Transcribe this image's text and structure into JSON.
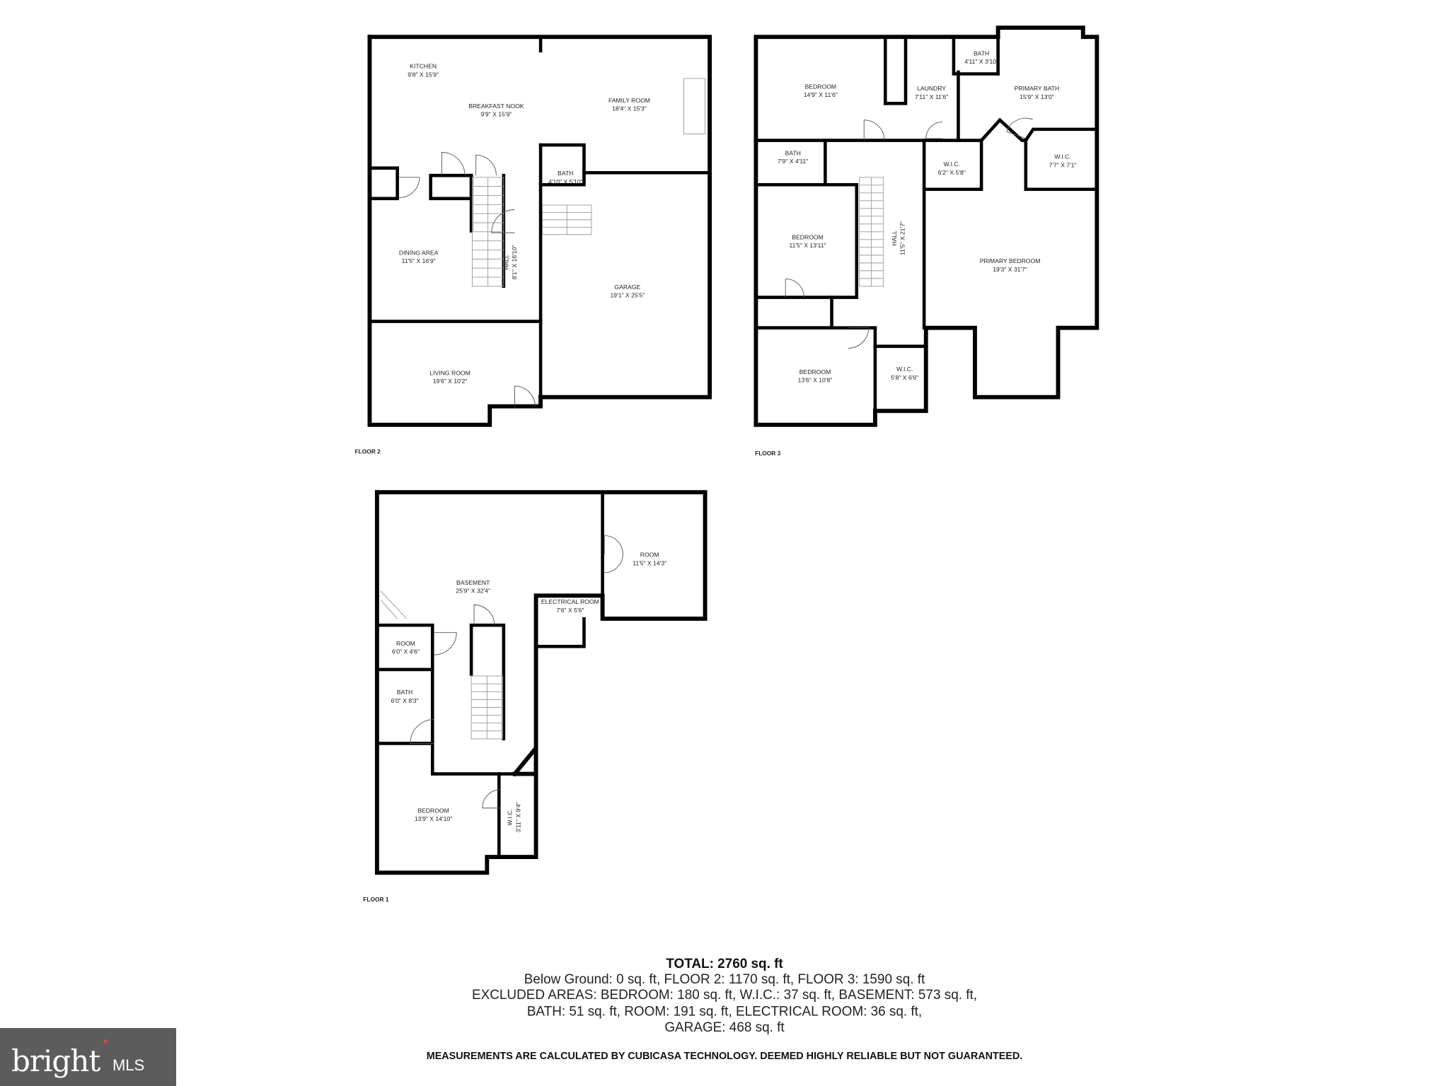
{
  "floors": {
    "floor2": {
      "label": "FLOOR 2",
      "rooms": [
        {
          "name": "KITCHEN",
          "dims": "9'8\" X 15'9\""
        },
        {
          "name": "BREAKFAST NOOK",
          "dims": "9'9\" X 15'9\""
        },
        {
          "name": "FAMILY ROOM",
          "dims": "18'4\" X 15'3\""
        },
        {
          "name": "BATH",
          "dims": "4'10\" X 5'10\""
        },
        {
          "name": "DINING AREA",
          "dims": "11'5\" X 16'9\""
        },
        {
          "name": "HALL",
          "dims": "8'1\" X 16'10\""
        },
        {
          "name": "LIVING ROOM",
          "dims": "19'6\" X 10'2\""
        },
        {
          "name": "GARAGE",
          "dims": "19'1\" X 25'5\""
        }
      ]
    },
    "floor3": {
      "label": "FLOOR 3",
      "rooms": [
        {
          "name": "BEDROOM",
          "dims": "14'9\" X 11'6\""
        },
        {
          "name": "LAUNDRY",
          "dims": "7'11\" X 11'6\""
        },
        {
          "name": "BATH",
          "dims": "4'11\" X 3'10\""
        },
        {
          "name": "PRIMARY BATH",
          "dims": "15'9\" X 13'0\""
        },
        {
          "name": "BATH",
          "dims": "7'9\" X 4'11\""
        },
        {
          "name": "W.I.C.",
          "dims": "6'2\" X 5'8\""
        },
        {
          "name": "W.I.C.",
          "dims": "7'7\" X 7'1\""
        },
        {
          "name": "BEDROOM",
          "dims": "11'5\" X 13'11\""
        },
        {
          "name": "HALL",
          "dims": "11'5\" X 21'7\""
        },
        {
          "name": "PRIMARY BEDROOM",
          "dims": "19'3\" X 31'7\""
        },
        {
          "name": "BEDROOM",
          "dims": "13'6\" X 10'8\""
        },
        {
          "name": "W.I.C.",
          "dims": "5'8\" X 6'6\""
        }
      ]
    },
    "floor1": {
      "label": "FLOOR 1",
      "rooms": [
        {
          "name": "BASEMENT",
          "dims": "25'9\" X 32'4\""
        },
        {
          "name": "ROOM",
          "dims": "11'5\" X 14'3\""
        },
        {
          "name": "ELECTRICAL ROOM",
          "dims": "7'6\" X 5'6\""
        },
        {
          "name": "ROOM",
          "dims": "6'0\" X 4'6\""
        },
        {
          "name": "BATH",
          "dims": "6'0\" X 8'3\""
        },
        {
          "name": "BEDROOM",
          "dims": "13'9\" X 14'10\""
        },
        {
          "name": "W.I.C.",
          "dims": "3'11\" X 9'4\""
        }
      ]
    }
  },
  "summary": {
    "total": "TOTAL: 2760 sq. ft",
    "lines": [
      "Below Ground: 0 sq. ft, FLOOR 2: 1170 sq. ft, FLOOR 3: 1590 sq. ft",
      "EXCLUDED AREAS: BEDROOM: 180 sq. ft, W.I.C.: 37 sq. ft, BASEMENT: 573 sq. ft,",
      "BATH: 51 sq. ft, ROOM: 191 sq. ft, ELECTRICAL ROOM: 36 sq. ft,",
      "GARAGE: 468 sq. ft"
    ],
    "disclaimer": "MEASUREMENTS ARE CALCULATED BY CUBICASA TECHNOLOGY. DEEMED HIGHLY RELIABLE BUT NOT GUARANTEED."
  },
  "logo": {
    "brand": "bright",
    "suffix": "MLS",
    "color": "#5c5c5c",
    "accent": "#e0463a"
  }
}
